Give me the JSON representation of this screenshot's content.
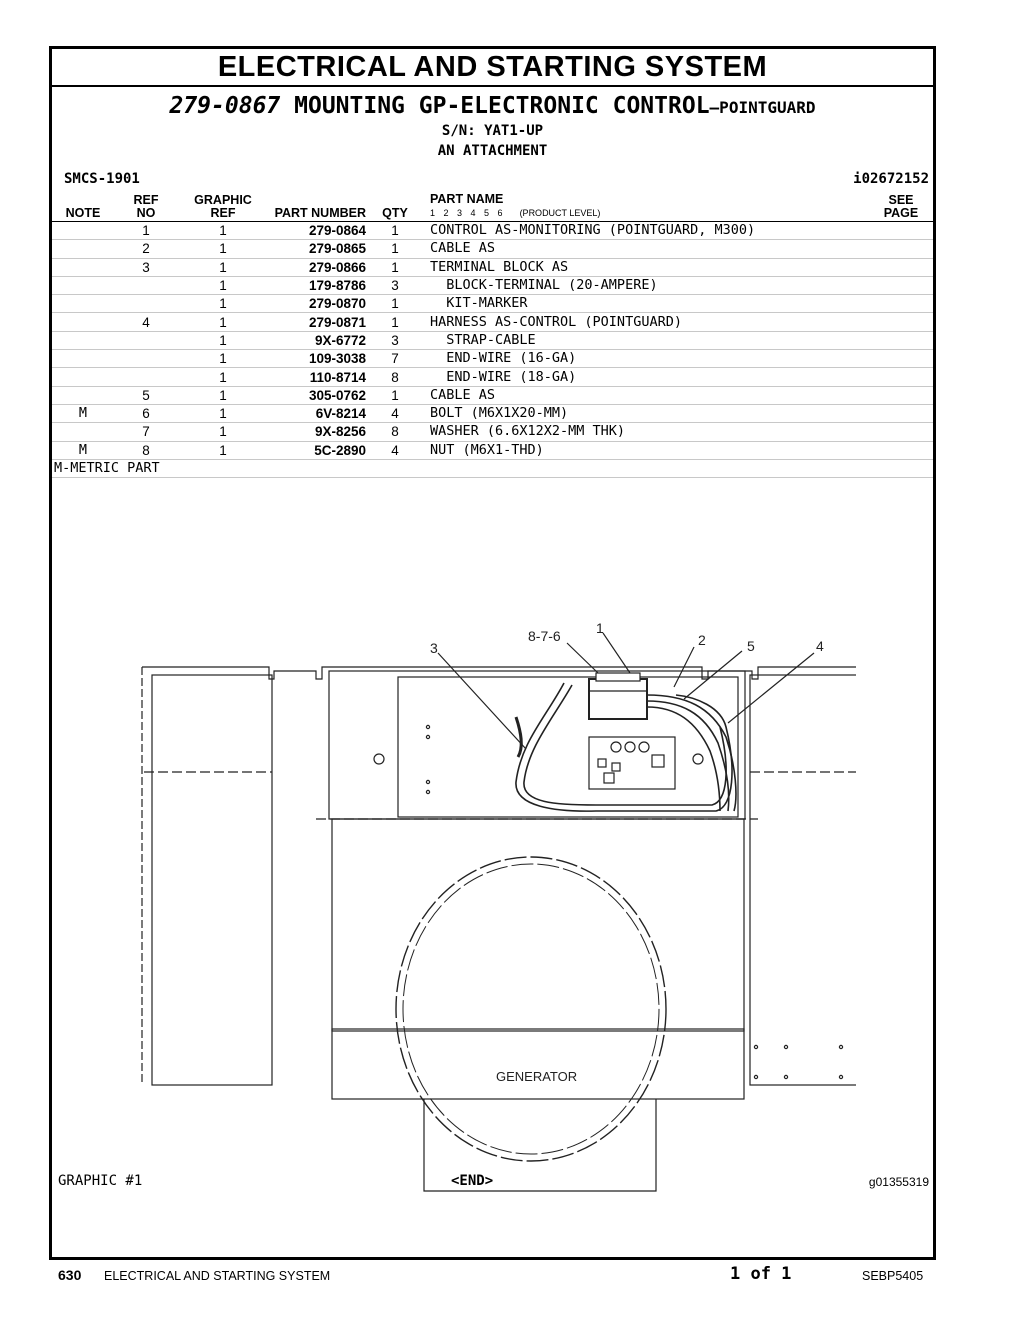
{
  "page": {
    "title": "ELECTRICAL AND STARTING SYSTEM",
    "part_number": "279-0867",
    "description": "MOUNTING GP-ELECTRONIC CONTROL",
    "description_suffix": "—POINTGUARD",
    "serial": "S/N: YAT1-UP",
    "attachment": "AN ATTACHMENT",
    "smcs": "SMCS-1901",
    "ident": "i02672152"
  },
  "table": {
    "headers": {
      "note": "NOTE",
      "ref_no_top": "REF",
      "ref_no_bottom": "NO",
      "graphic_ref_top": "GRAPHIC",
      "graphic_ref_bottom": "REF",
      "part_number": "PART NUMBER",
      "qty": "QTY",
      "part_name": "PART NAME",
      "product_levels": "1 2 3 4 5 6",
      "product_level_label": "(PRODUCT LEVEL)",
      "see_top": "SEE",
      "see_bottom": "PAGE"
    },
    "rows": [
      {
        "note": "",
        "ref": "1",
        "graphic": "1",
        "part_number": "279-0864",
        "qty": "1",
        "name": "CONTROL AS-MONITORING (POINTGUARD, M300)"
      },
      {
        "note": "",
        "ref": "2",
        "graphic": "1",
        "part_number": "279-0865",
        "qty": "1",
        "name": "CABLE AS"
      },
      {
        "note": "",
        "ref": "3",
        "graphic": "1",
        "part_number": "279-0866",
        "qty": "1",
        "name": "TERMINAL BLOCK AS"
      },
      {
        "note": "",
        "ref": "",
        "graphic": "1",
        "part_number": "179-8786",
        "qty": "3",
        "name": "  BLOCK-TERMINAL (20-AMPERE)"
      },
      {
        "note": "",
        "ref": "",
        "graphic": "1",
        "part_number": "279-0870",
        "qty": "1",
        "name": "  KIT-MARKER"
      },
      {
        "note": "",
        "ref": "4",
        "graphic": "1",
        "part_number": "279-0871",
        "qty": "1",
        "name": "HARNESS AS-CONTROL (POINTGUARD)"
      },
      {
        "note": "",
        "ref": "",
        "graphic": "1",
        "part_number": "9X-6772",
        "qty": "3",
        "name": "  STRAP-CABLE"
      },
      {
        "note": "",
        "ref": "",
        "graphic": "1",
        "part_number": "109-3038",
        "qty": "7",
        "name": "  END-WIRE (16-GA)"
      },
      {
        "note": "",
        "ref": "",
        "graphic": "1",
        "part_number": "110-8714",
        "qty": "8",
        "name": "  END-WIRE (18-GA)"
      },
      {
        "note": "",
        "ref": "5",
        "graphic": "1",
        "part_number": "305-0762",
        "qty": "1",
        "name": "CABLE AS"
      },
      {
        "note": "M",
        "ref": "6",
        "graphic": "1",
        "part_number": "6V-8214",
        "qty": "4",
        "name": "BOLT (M6X1X20-MM)"
      },
      {
        "note": "",
        "ref": "7",
        "graphic": "1",
        "part_number": "9X-8256",
        "qty": "8",
        "name": "WASHER (6.6X12X2-MM THK)"
      },
      {
        "note": "M",
        "ref": "8",
        "graphic": "1",
        "part_number": "5C-2890",
        "qty": "4",
        "name": "NUT (M6X1-THD)"
      }
    ],
    "metric_note": "M-METRIC PART"
  },
  "diagram": {
    "callouts": {
      "c1": "1",
      "c2": "2",
      "c3": "3",
      "c4": "4",
      "c5": "5",
      "c876": "8-7-6"
    },
    "generator_label": "GENERATOR"
  },
  "graphic": {
    "label": "GRAPHIC #1",
    "end": "<END>",
    "id": "g01355319"
  },
  "footer": {
    "page_number": "630",
    "section": "ELECTRICAL AND STARTING SYSTEM",
    "page_of": "1 of 1",
    "doc_id": "SEBP5405"
  }
}
